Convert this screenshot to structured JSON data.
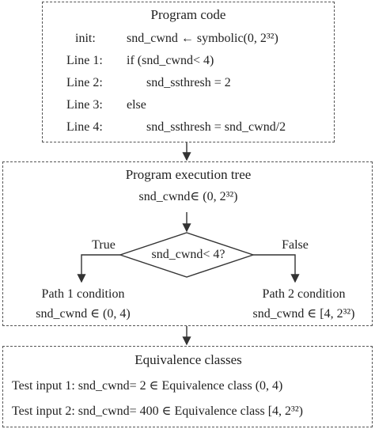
{
  "program_code": {
    "title": "Program code",
    "lines": [
      {
        "label": "init:",
        "code": "snd_cwnd ← symbolic(0, 2³²)"
      },
      {
        "label": "Line 1:",
        "code": "if (snd_cwnd< 4)"
      },
      {
        "label": "Line 2:",
        "code": "snd_ssthresh = 2"
      },
      {
        "label": "Line 3:",
        "code": "else"
      },
      {
        "label": "Line 4:",
        "code": "snd_ssthresh = snd_cwnd/2"
      }
    ]
  },
  "execution_tree": {
    "title": "Program execution tree",
    "root": "snd_cwnd∈ (0, 2³²)",
    "decision": "snd_cwnd< 4?",
    "true_label": "True",
    "false_label": "False",
    "path1_title": "Path 1 condition",
    "path1_value": "snd_cwnd ∈ (0, 4)",
    "path2_title": "Path 2 condition",
    "path2_value": "snd_cwnd ∈ [4, 2³²)"
  },
  "equivalence": {
    "title": "Equivalence classes",
    "test1": "Test input 1: snd_cwnd= 2 ∈ Equivalence class (0, 4)",
    "test2": "Test input 2: snd_cwnd= 400 ∈ Equivalence class [4, 2³²)"
  },
  "colors": {
    "line": "#333333",
    "dash": "#555555"
  }
}
